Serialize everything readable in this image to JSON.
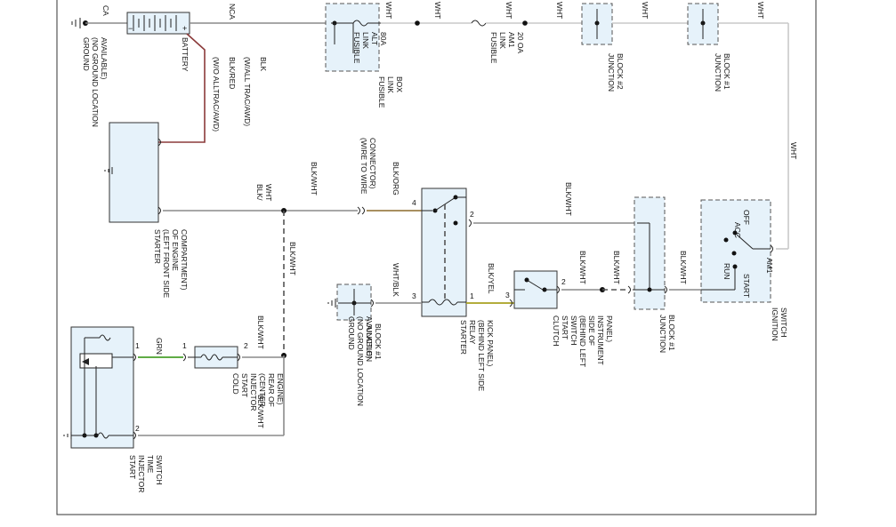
{
  "wire_labels": {
    "ca": "CA",
    "nca": "NCA",
    "wht": "WHT",
    "blk": "BLK",
    "blk_wall": "(W/ALL TRAC/AWD)",
    "blk_red": "BLK/RED",
    "blk_wo": "(W/O ALLTRAC/AWD)",
    "blk_wht": "BLK/WHT",
    "blk_slash": "BLK/",
    "wht_short": "WHT",
    "blk_org": "BLK/ORG",
    "wire_to_wire_1": "(WIRE TO WIRE",
    "wire_to_wire_2": "CONNECTOR)",
    "wht_blk": "WHT/BLK",
    "blk_yel": "BLK/YEL",
    "grn": "GRN"
  },
  "components": {
    "ground_top": [
      "GROUND",
      "(NO GROUND LOCATION",
      "AVAILABLE)"
    ],
    "battery": "BATTERY",
    "fusible_link_box": [
      "FUSIBLE",
      "LINK",
      "BOX"
    ],
    "fusible_link_alt": [
      "FUSIBLE",
      "LINK",
      "ALT",
      "80A"
    ],
    "fusible_link_am1": [
      "FUSIBLE",
      "LINK",
      "AM1",
      "20 OA"
    ],
    "junction_block_2": [
      "JUNCTION",
      "BLOCK #2"
    ],
    "junction_block_1_top": [
      "JUNCTION",
      "BLOCK #1"
    ],
    "starter": [
      "STARTER",
      "(LEFT FRONT SIDE",
      "OF ENGINE",
      "COMPARTMENT)"
    ],
    "ground_mid": [
      "GROUND",
      "(NO GROUND LOCATION",
      "AVAILABLE)"
    ],
    "junction_block_1_left": [
      "JUNCTION",
      "BLOCK #1"
    ],
    "starter_relay": [
      "STARTER",
      "RELAY",
      "(BEHIND LEFT SIDE",
      "KICK PANEL)"
    ],
    "clutch_start_switch": [
      "CLUTCH",
      "START",
      "SWITCH",
      "(BEHIND LEFT",
      "SIDE OF",
      "INSTRUMENT",
      "PANEL)"
    ],
    "junction_block_1_right": [
      "JUNCTION",
      "BLOCK #1"
    ],
    "ignition_switch": [
      "IGNITION",
      "SWITCH"
    ],
    "ignition_positions": [
      "OFF",
      "ACC",
      "RUN",
      "START",
      "AM1"
    ],
    "cold_start_injector": [
      "COLD",
      "START",
      "INJECTOR",
      "(CENTER",
      "REAR OF",
      "ENGINE)"
    ],
    "start_injector_time_switch": [
      "START",
      "INJECTOR",
      "TIME",
      "SWITCH"
    ]
  },
  "pins": {
    "relay_4": "4",
    "relay_2": "2",
    "relay_3": "3",
    "relay_1": "1",
    "clutch_3": "3",
    "clutch_2": "2",
    "injector_1": "1",
    "injector_2": "2",
    "sts_1": "1",
    "sts_2": "2"
  },
  "colors": {
    "wire_gray": "#8a8a8a",
    "wire_light": "#c9c9c9",
    "wire_red": "#8b3a3a",
    "wire_green": "#4aa02c",
    "box_fill": "#e6f2fa"
  }
}
